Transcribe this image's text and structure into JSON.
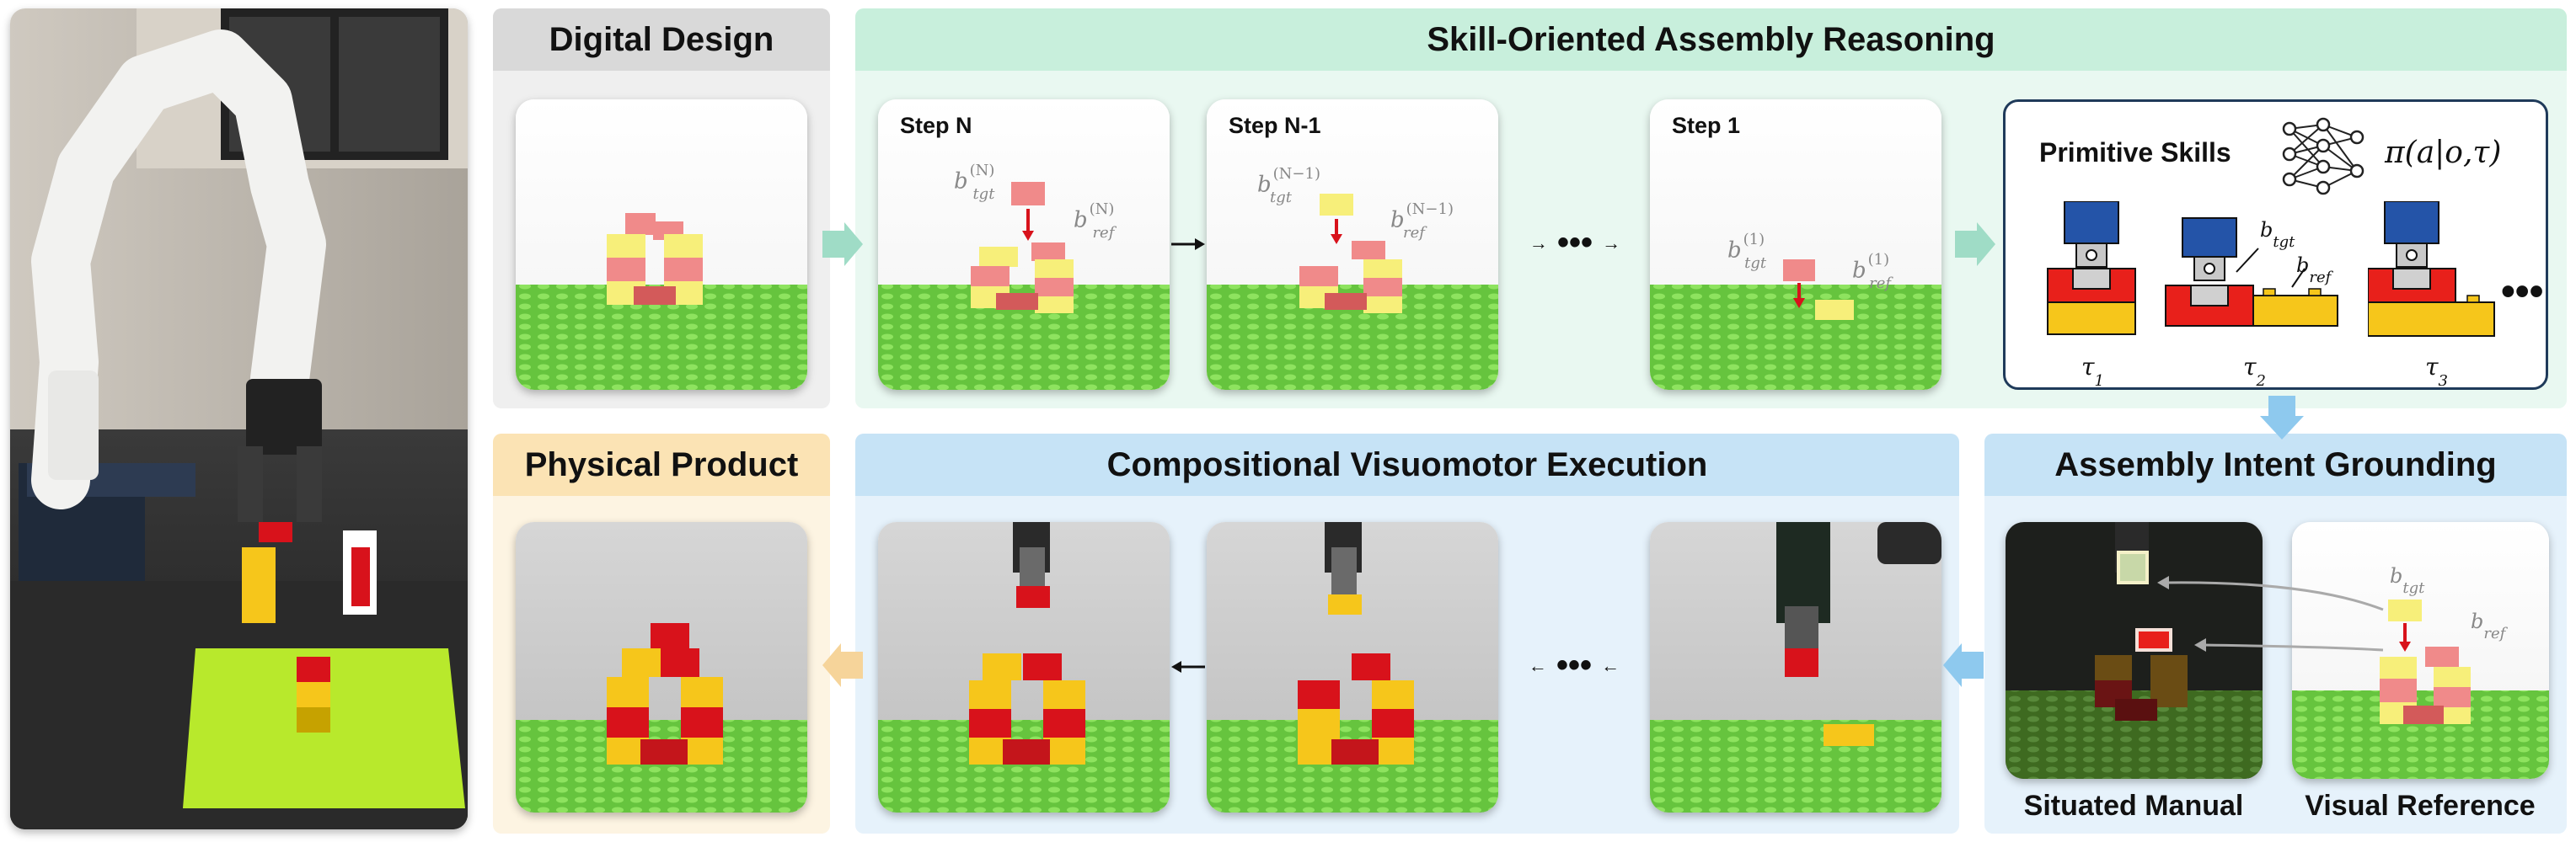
{
  "sections": {
    "digital_design": "Digital Design",
    "reasoning": "Skill-Oriented Assembly Reasoning",
    "physical_product": "Physical Product",
    "execution": "Compositional Visuomotor Execution",
    "grounding": "Assembly Intent Grounding"
  },
  "steps": {
    "step_n": "Step N",
    "step_n_1": "Step N-1",
    "step_1": "Step 1"
  },
  "math": {
    "b": "b",
    "tgt": "tgt",
    "ref": "ref",
    "sup_n": "(N)",
    "sup_n_1": "(N−1)",
    "sup_1": "(1)",
    "policy": "π(a|o,τ)",
    "tau": "τ",
    "tau1_sub": "1",
    "tau2_sub": "2",
    "tau3_sub": "3"
  },
  "skills": {
    "title": "Primitive Skills"
  },
  "grounding": {
    "situated_manual": "Situated Manual",
    "visual_reference": "Visual Reference"
  },
  "colors": {
    "digital_bg": "#efefef",
    "digital_header": "#d9d9d9",
    "reasoning_bg": "#e9f8f1",
    "reasoning_header": "#c8efdc",
    "physical_bg": "#fdf4e2",
    "physical_header": "#fbe3b4",
    "execution_bg": "#e6f2fb",
    "execution_header": "#c6e3f6",
    "grounding_bg": "#e6f2fb",
    "grounding_header": "#c6e3f6",
    "lego_red": "#d8121b",
    "lego_yellow": "#f6c61b",
    "baseplate_green": "#6fd04a",
    "gripper_blue": "#2454a8"
  }
}
